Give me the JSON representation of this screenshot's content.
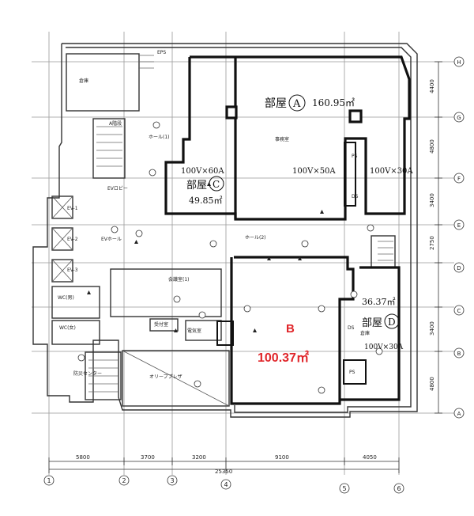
{
  "rooms": {
    "a": {
      "name": "部屋",
      "letter": "A",
      "area": "160.95㎡",
      "use": "事務室",
      "power": "100V×50A"
    },
    "b": {
      "letter": "B",
      "area": "100.37㎡"
    },
    "c": {
      "name": "部屋",
      "letter": "C",
      "area": "49.85㎡",
      "power": "100V×60A"
    },
    "d": {
      "name": "部屋",
      "letter": "D",
      "area": "36.37㎡",
      "power": "100V×30A"
    },
    "a_power_2": "100V×30A"
  },
  "labels": {
    "eps": "EPS",
    "storage_top": "倉庫",
    "hall1": "ホール(1)",
    "hall2": "ホール(2)",
    "ev_lobby": "EVロビー",
    "ev_hall": "EVホール",
    "ev1": "EV-1",
    "ev2": "EV-2",
    "ev3": "EV-3",
    "ps": "PS",
    "ds": "DS",
    "meeting": "会議室(1)",
    "olive_plaza": "オリーブプレザ",
    "disaster_center": "防災センター",
    "reception": "受付室",
    "wc_m": "WC(男)",
    "wc_f": "WC(女)",
    "storage_d": "倉庫",
    "stairs_a": "A階段",
    "electric": "電気室"
  },
  "dims": {
    "bottom": [
      "5800",
      "3700",
      "3200",
      "9100",
      "4050"
    ],
    "total": "25350",
    "right": [
      "4400",
      "4800",
      "3400",
      "2750",
      "3400",
      "4800"
    ]
  },
  "grid": {
    "cols": [
      "1",
      "2",
      "3",
      "4",
      "5",
      "6"
    ],
    "rows": [
      "H",
      "G",
      "F",
      "E",
      "D",
      "C",
      "B",
      "A"
    ]
  }
}
